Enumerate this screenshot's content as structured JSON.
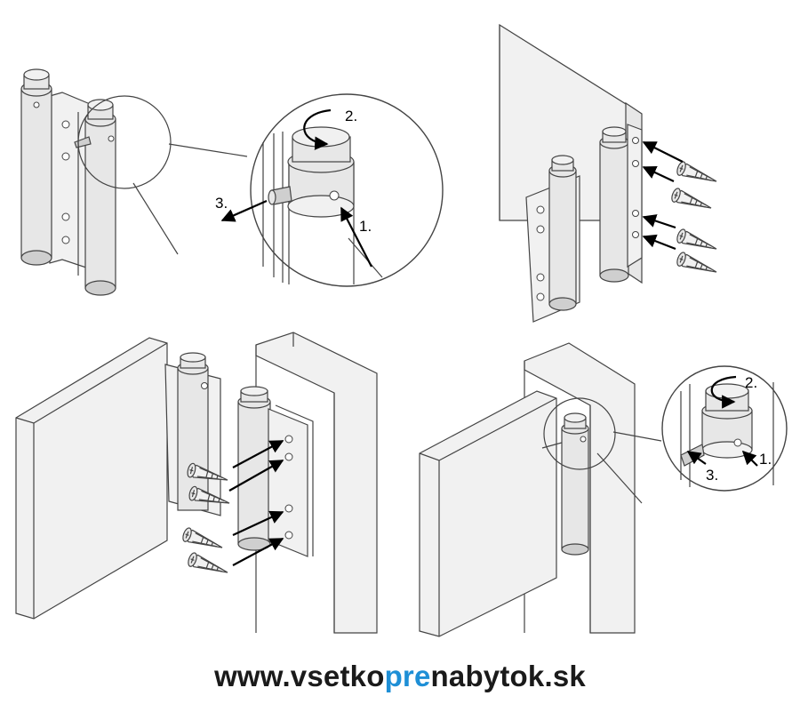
{
  "panel1": {
    "step_rotate": "2.",
    "step_pin": "3.",
    "step_hole": "1."
  },
  "panel4": {
    "step_rotate": "2.",
    "step_pin": "3.",
    "step_hole": "1."
  },
  "website": {
    "part_before": "www.vsetko",
    "part_highlight": "pre",
    "part_after": "nabytok.sk",
    "text_color": "#1a1a1a",
    "highlight_color": "#1e8fd6"
  }
}
